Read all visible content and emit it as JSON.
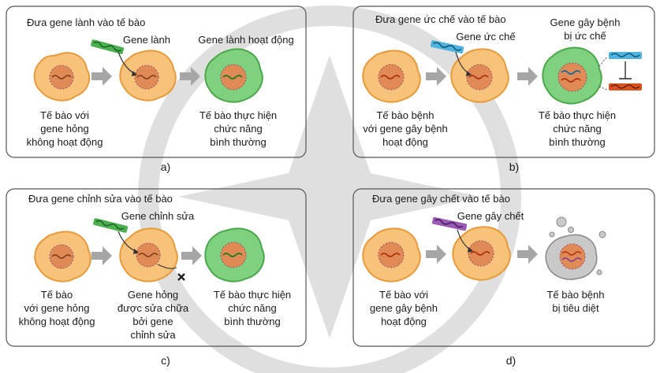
{
  "panels": {
    "a": {
      "title": "Đưa gene lành vào tế bào",
      "gene_label": "Gene lành",
      "result_label": "Gene lành hoạt động",
      "cell1_lines": [
        "Tế bào với",
        "gene hỏng",
        "không hoạt động"
      ],
      "cell3_lines": [
        "Tế bào thực hiện",
        "chức năng",
        "bình thường"
      ],
      "caption": "a)"
    },
    "b": {
      "title": "Đưa gene ức chế vào tế bào",
      "gene_label": "Gene ức chế",
      "result_lines": [
        "Gene gây bệnh",
        "bị ức chế"
      ],
      "cell1_lines": [
        "Tế bào bệnh",
        "với gene gây bệnh",
        "hoạt động"
      ],
      "cell3_lines": [
        "Tế bào thực hiện",
        "chức năng",
        "bình thường"
      ],
      "caption": "b)"
    },
    "c": {
      "title": "Đưa gene chỉnh sửa vào tế bào",
      "gene_label": "Gene chỉnh sửa",
      "cell1_lines": [
        "Tế bào",
        "với gene hỏng",
        "không hoạt động"
      ],
      "cell2_lines": [
        "Gene hỏng",
        "được sửa chữa",
        "bởi gene",
        "chỉnh sửa"
      ],
      "cell3_lines": [
        "Tế bào thực hiện",
        "chức năng",
        "bình thường"
      ],
      "caption": "c)"
    },
    "d": {
      "title": "Đưa gene gây chết vào tế bào",
      "gene_label": "Gene gây chết",
      "cell1_lines": [
        "Tế bào với",
        "gene gây bệnh",
        "hoạt động"
      ],
      "cell3_lines": [
        "Tế bào bệnh",
        "bị tiêu diệt"
      ],
      "caption": "d)"
    }
  },
  "colors": {
    "border": "#555555",
    "cell_orange": "#f7c27a",
    "cell_orange_edge": "#e89a3a",
    "cell_green": "#7fd07f",
    "cell_green_edge": "#4aa84a",
    "cell_grey": "#c9c9c9",
    "nucleus": "#e08a55",
    "arrow": "#a6a6a6",
    "gene_green": "#4caf50",
    "gene_blue": "#4fb3e0",
    "gene_purple": "#9b59b6",
    "gene_red": "#d9531e"
  }
}
